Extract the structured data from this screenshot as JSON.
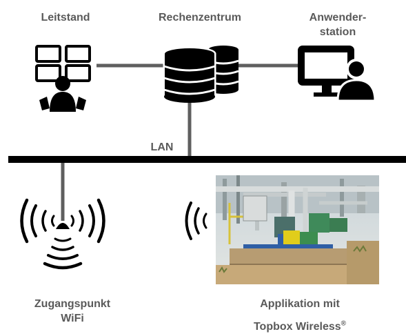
{
  "nodes": {
    "control_room": {
      "label": "Leitstand"
    },
    "data_center": {
      "label": "Rechenzentrum"
    },
    "user_station": {
      "label_line1": "Anwender-",
      "label_line2": "station"
    },
    "access_point": {
      "label_line1": "Zugangspunkt",
      "label_line2": "WiFi"
    },
    "application": {
      "label_line1": "Applikation mit",
      "label_line2": "Topbox Wireless",
      "label_sup": "®"
    }
  },
  "network": {
    "label": "LAN"
  },
  "colors": {
    "line": "#000000",
    "label": "#5a5a5a",
    "cable": "#5f5f5f"
  },
  "icons": [
    "monitor-wall-icon",
    "database-icon",
    "workstation-user-icon",
    "wifi-antenna-icon",
    "wireless-waves-icon"
  ],
  "photo": {
    "subject": "industrial pump skid with Topbox wireless module"
  }
}
